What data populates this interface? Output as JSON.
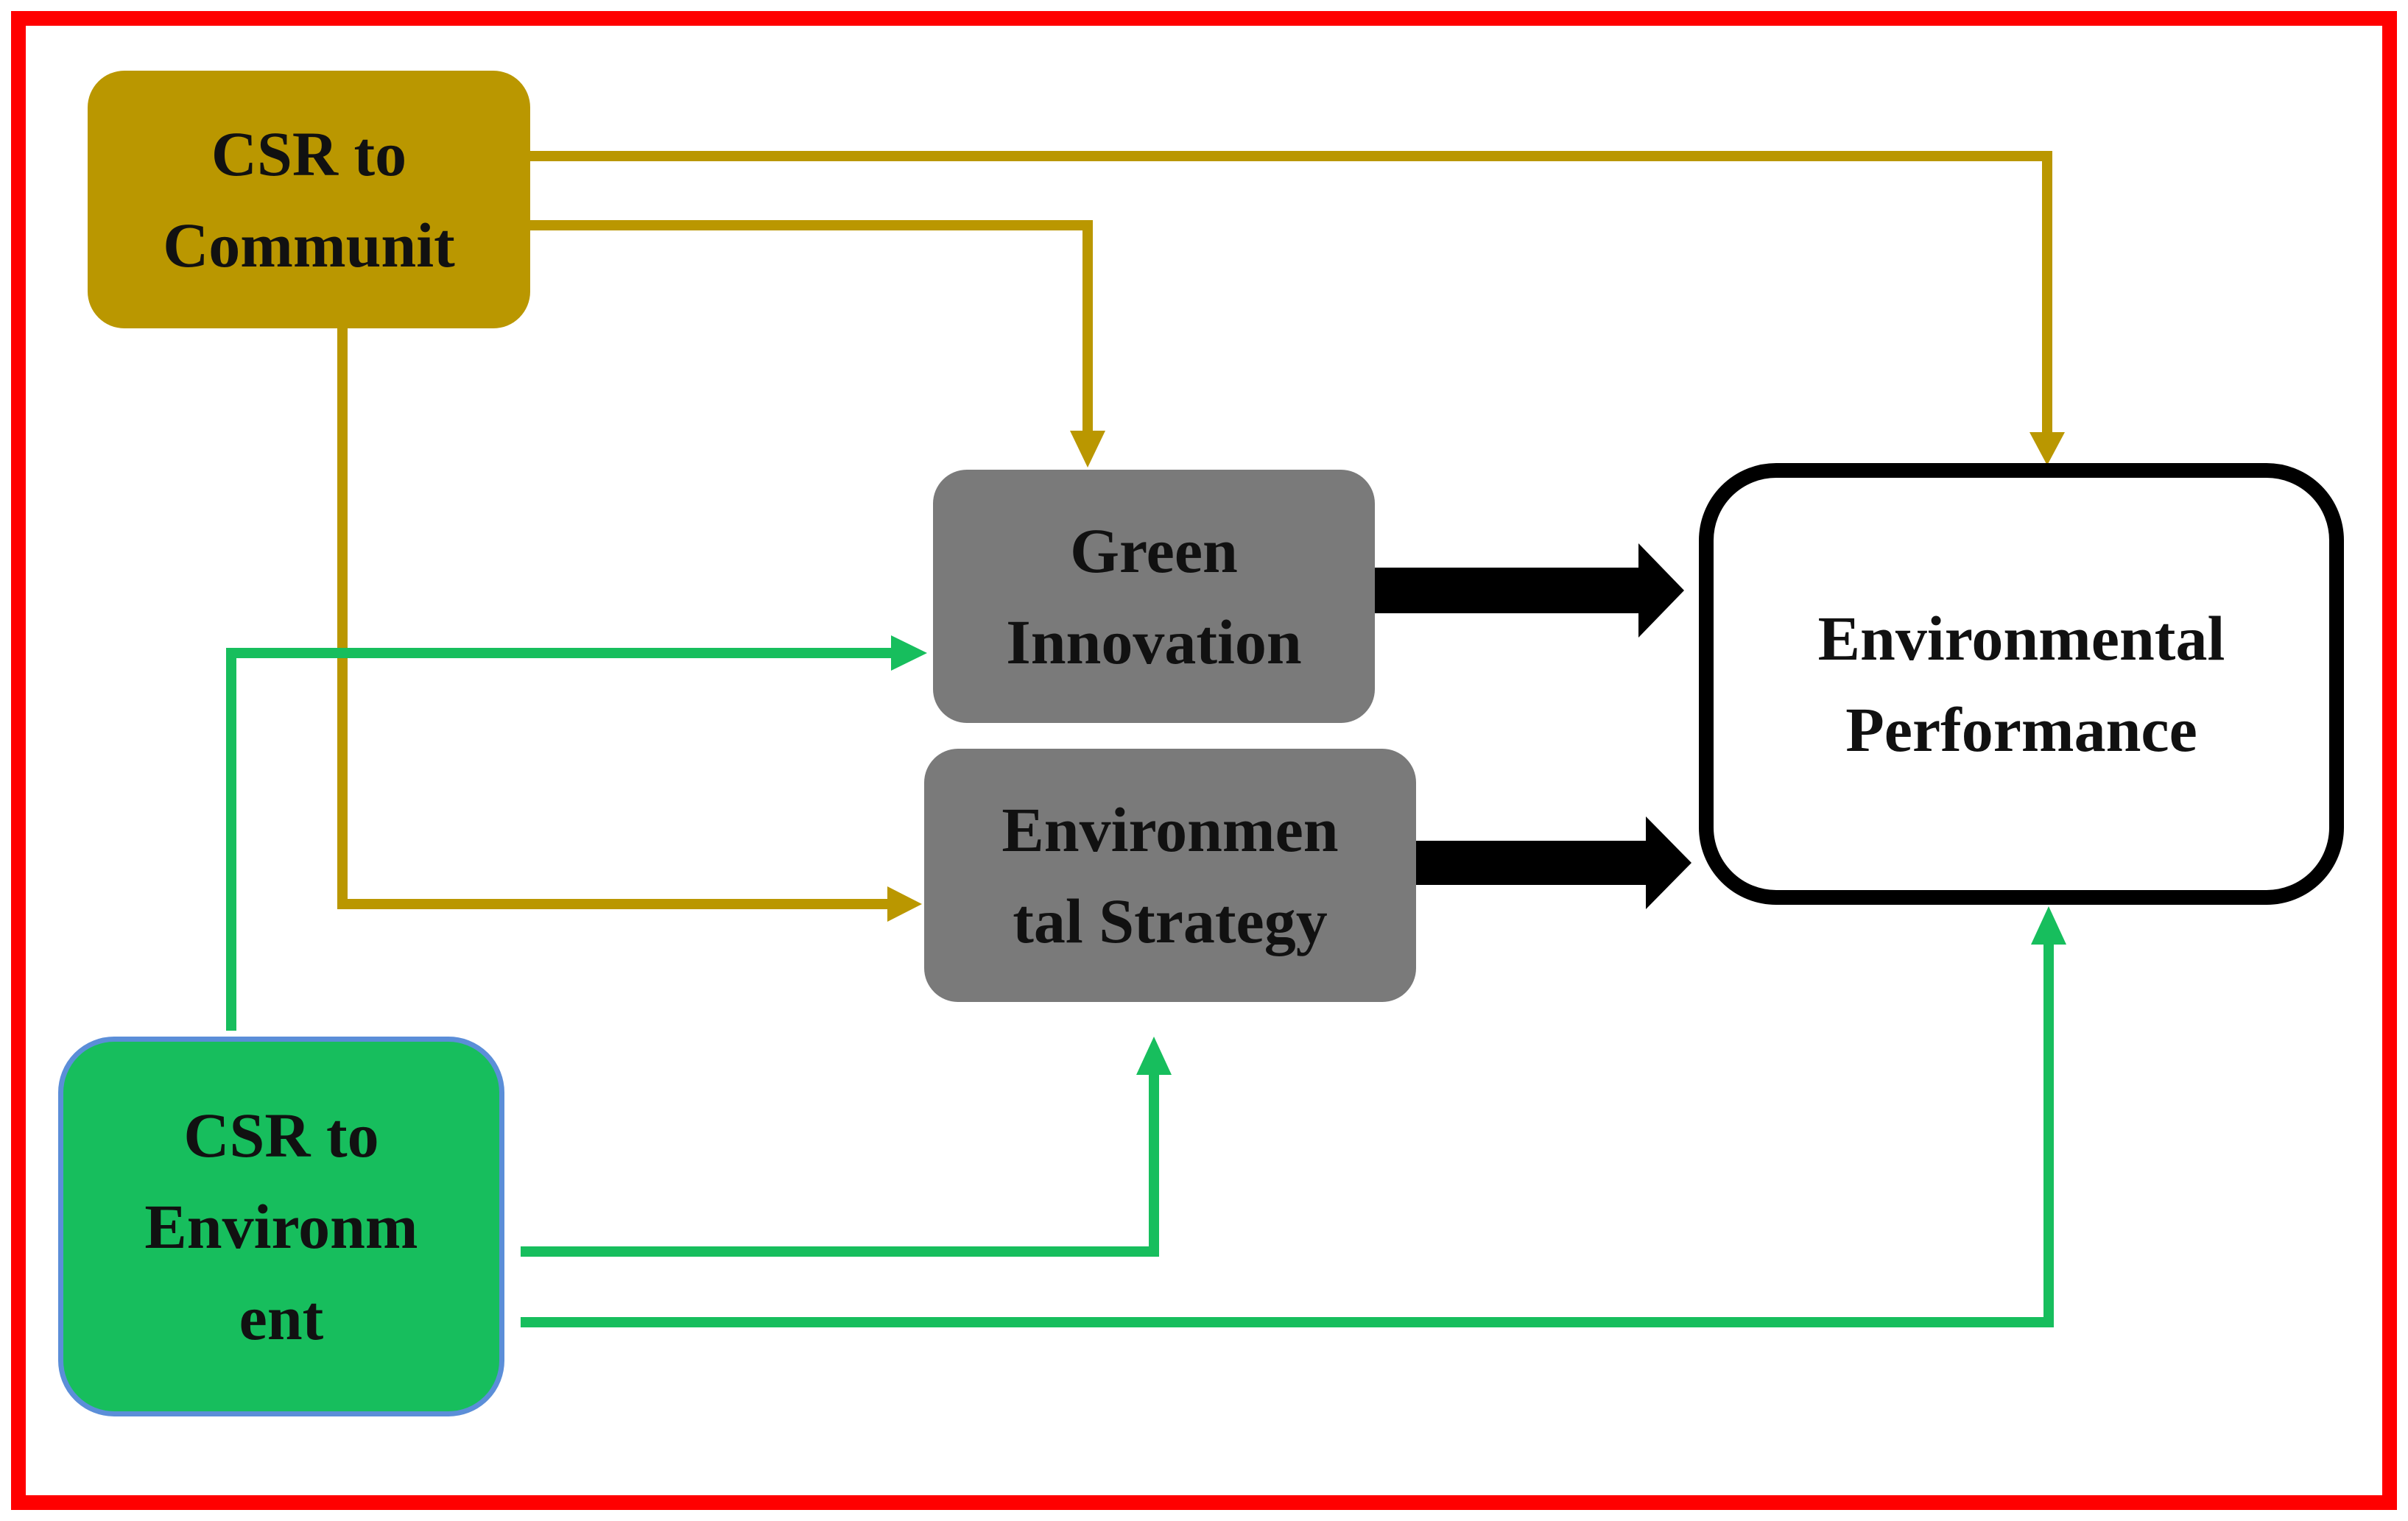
{
  "colors": {
    "frame": "#FF0000",
    "community": "#BA9700",
    "environment": "#17BE5D",
    "environment_border": "#5B8ED8",
    "mediator": "#7A7A7A",
    "outcome_border": "#000000"
  },
  "nodes": {
    "csr_community": {
      "lines": [
        "CSR to",
        "Communit"
      ]
    },
    "csr_environment": {
      "lines": [
        "CSR to",
        "Environm",
        "ent"
      ]
    },
    "green_innovation": {
      "lines": [
        "Green",
        "Innovation"
      ]
    },
    "environmental_strategy": {
      "lines": [
        "Environmen",
        "tal Strategy"
      ]
    },
    "environmental_performance": {
      "lines": [
        "Environmental",
        "Performance"
      ]
    }
  },
  "edges": [
    {
      "from": "csr_community",
      "to": "environmental_performance"
    },
    {
      "from": "csr_community",
      "to": "green_innovation"
    },
    {
      "from": "csr_community",
      "to": "environmental_strategy"
    },
    {
      "from": "csr_environment",
      "to": "green_innovation"
    },
    {
      "from": "csr_environment",
      "to": "environmental_strategy"
    },
    {
      "from": "csr_environment",
      "to": "environmental_performance"
    },
    {
      "from": "green_innovation",
      "to": "environmental_performance"
    },
    {
      "from": "environmental_strategy",
      "to": "environmental_performance"
    }
  ]
}
